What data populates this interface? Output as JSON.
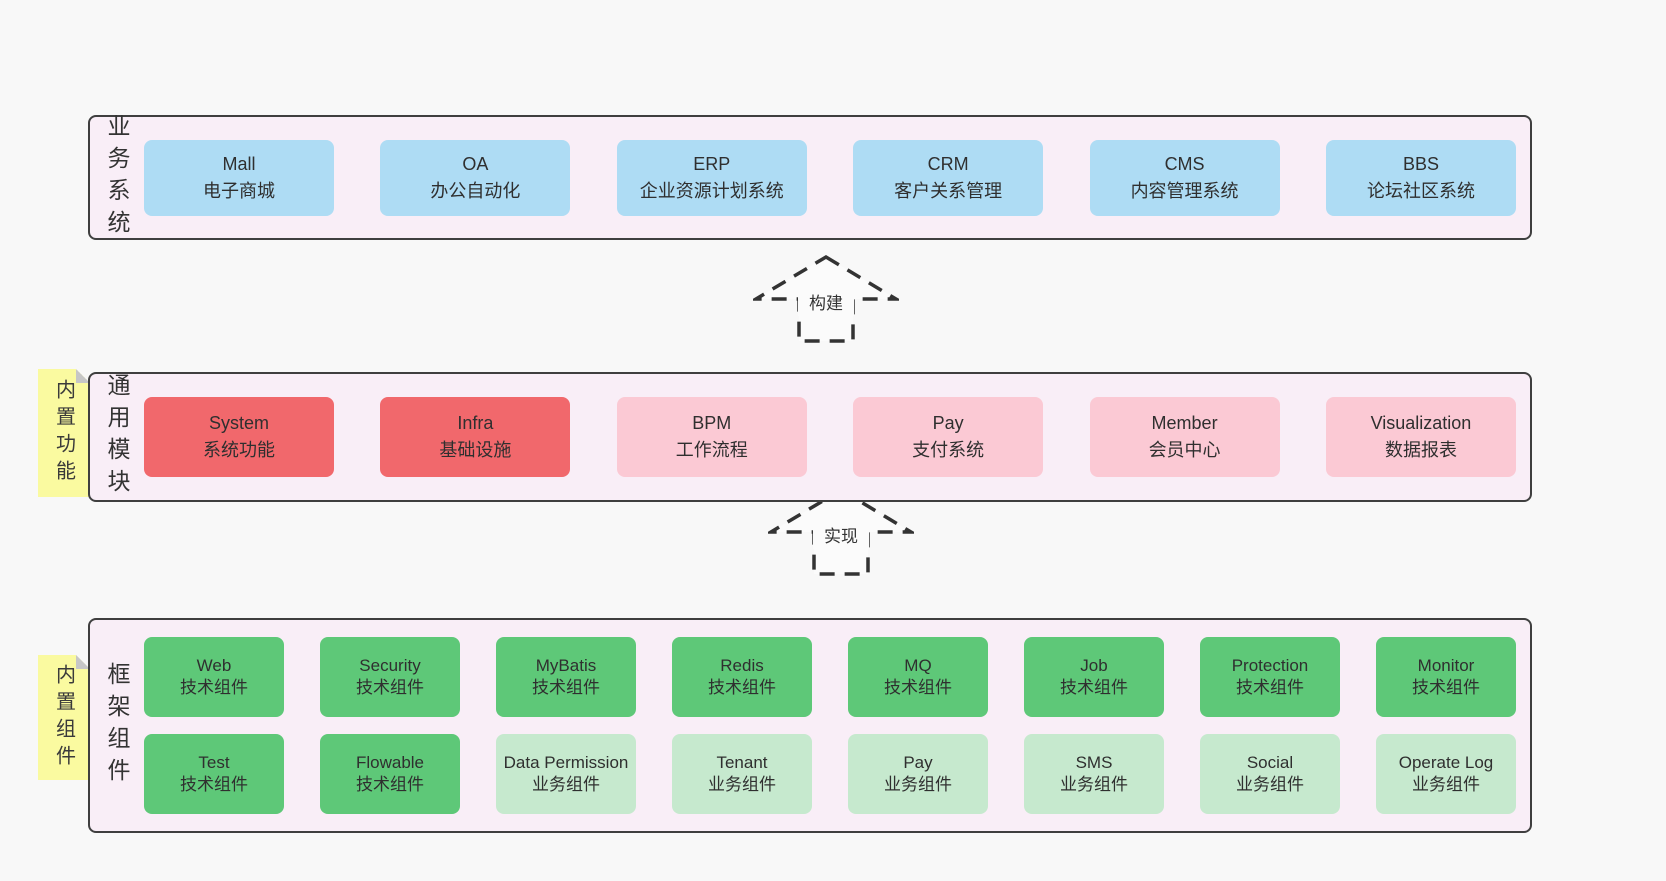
{
  "colors": {
    "pagebg": "#f8f8f8",
    "panelbg": "#f9eef7",
    "border": "#3f3f3f",
    "blue": "#aedcf4",
    "red": "#f1686c",
    "pink": "#fbc9d4",
    "green": "#5ec878",
    "lightgreen": "#c6e9ce",
    "yellow": "#fafaa0",
    "fold": "#c6c6c6",
    "text": "#333333",
    "arrowstroke": "#333333",
    "arrowfill": "#fbfbfb"
  },
  "arrows": [
    {
      "label": "构建"
    },
    {
      "label": "实现"
    }
  ],
  "panels": [
    {
      "label": "业务系统",
      "rows": [
        [
          {
            "title": "Mall",
            "subtitle": "电子商城",
            "variant": "blue"
          },
          {
            "title": "OA",
            "subtitle": "办公自动化",
            "variant": "blue"
          },
          {
            "title": "ERP",
            "subtitle": "企业资源计划系统",
            "variant": "blue"
          },
          {
            "title": "CRM",
            "subtitle": "客户关系管理",
            "variant": "blue"
          },
          {
            "title": "CMS",
            "subtitle": "内容管理系统",
            "variant": "blue"
          },
          {
            "title": "BBS",
            "subtitle": "论坛社区系统",
            "variant": "blue"
          }
        ]
      ]
    },
    {
      "label": "通用模块",
      "tab": "内置功能",
      "rows": [
        [
          {
            "title": "System",
            "subtitle": "系统功能",
            "variant": "red"
          },
          {
            "title": "Infra",
            "subtitle": "基础设施",
            "variant": "red"
          },
          {
            "title": "BPM",
            "subtitle": "工作流程",
            "variant": "pink"
          },
          {
            "title": "Pay",
            "subtitle": "支付系统",
            "variant": "pink"
          },
          {
            "title": "Member",
            "subtitle": "会员中心",
            "variant": "pink"
          },
          {
            "title": "Visualization",
            "subtitle": "数据报表",
            "variant": "pink"
          }
        ]
      ]
    },
    {
      "label": "框架组件",
      "tab": "内置组件",
      "rows": [
        [
          {
            "title": "Web",
            "subtitle": "技术组件",
            "variant": "green"
          },
          {
            "title": "Security",
            "subtitle": "技术组件",
            "variant": "green"
          },
          {
            "title": "MyBatis",
            "subtitle": "技术组件",
            "variant": "green"
          },
          {
            "title": "Redis",
            "subtitle": "技术组件",
            "variant": "green"
          },
          {
            "title": "MQ",
            "subtitle": "技术组件",
            "variant": "green"
          },
          {
            "title": "Job",
            "subtitle": "技术组件",
            "variant": "green"
          },
          {
            "title": "Protection",
            "subtitle": "技术组件",
            "variant": "green"
          },
          {
            "title": "Monitor",
            "subtitle": "技术组件",
            "variant": "green"
          }
        ],
        [
          {
            "title": "Test",
            "subtitle": "技术组件",
            "variant": "green"
          },
          {
            "title": "Flowable",
            "subtitle": "技术组件",
            "variant": "green"
          },
          {
            "title": "Data Permission",
            "subtitle": "业务组件",
            "variant": "lightgreen"
          },
          {
            "title": "Tenant",
            "subtitle": "业务组件",
            "variant": "lightgreen"
          },
          {
            "title": "Pay",
            "subtitle": "业务组件",
            "variant": "lightgreen"
          },
          {
            "title": "SMS",
            "subtitle": "业务组件",
            "variant": "lightgreen"
          },
          {
            "title": "Social",
            "subtitle": "业务组件",
            "variant": "lightgreen"
          },
          {
            "title": "Operate Log",
            "subtitle": "业务组件",
            "variant": "lightgreen"
          }
        ]
      ]
    }
  ]
}
